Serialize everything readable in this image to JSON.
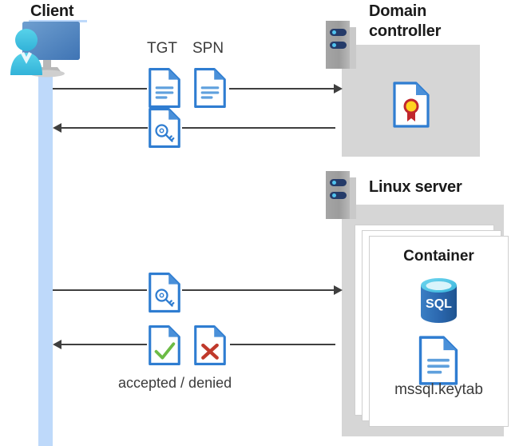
{
  "diagram": {
    "type": "sequence-diagram",
    "title_client": "Client",
    "nodes": [
      {
        "id": "client",
        "label": "Client",
        "icon": "user-monitor-icon"
      },
      {
        "id": "domain-controller",
        "label_line1": "Domain",
        "label_line2": "controller",
        "icon": "server-rack-icon"
      },
      {
        "id": "linux-server",
        "label": "Linux server",
        "icon": "server-rack-icon"
      }
    ],
    "domain_controller": {
      "title_line1": "Domain",
      "title_line2": "controller",
      "contents": [
        {
          "icon": "certificate-document-icon",
          "label": ""
        }
      ]
    },
    "linux_server": {
      "title": "Linux server",
      "container": {
        "title": "Container",
        "items": [
          {
            "icon": "sql-database-icon",
            "label": "SQL"
          },
          {
            "icon": "keytab-document-icon",
            "label": "mssql.keytab"
          }
        ]
      }
    },
    "messages": [
      {
        "index": 1,
        "direction": "right",
        "from": "client",
        "to": "domain-controller",
        "icons": [
          {
            "name": "tgt-document-icon",
            "label": "TGT"
          },
          {
            "name": "spn-document-icon",
            "label": "SPN"
          }
        ]
      },
      {
        "index": 2,
        "direction": "left",
        "from": "domain-controller",
        "to": "client",
        "icons": [
          {
            "name": "ticket-key-document-icon",
            "label": ""
          }
        ]
      },
      {
        "index": 3,
        "direction": "right",
        "from": "client",
        "to": "linux-server",
        "icons": [
          {
            "name": "ticket-key-document-icon",
            "label": ""
          }
        ]
      },
      {
        "index": 4,
        "direction": "left",
        "from": "linux-server",
        "to": "client",
        "caption": "accepted / denied",
        "icons": [
          {
            "name": "accepted-check-document-icon",
            "label": ""
          },
          {
            "name": "denied-cross-document-icon",
            "label": ""
          }
        ]
      }
    ],
    "labels": {
      "tgt": "TGT",
      "spn": "SPN",
      "accepted_denied": "accepted / denied",
      "container": "Container",
      "keytab": "mssql.keytab",
      "sql": "SQL"
    },
    "colors": {
      "lifeline": "#bed9fa",
      "panel_grey": "#d6d6d6",
      "doc_blue": "#2f7dd1",
      "doc_fold_blue": "#4a90d9",
      "rack_navy": "#253b69",
      "rack_dot": "#50c3ef",
      "arrow": "#3f3f3f",
      "check_green": "#6cbb45",
      "cross_red": "#c0392b",
      "cert_red": "#c1272d",
      "cert_gold": "#ffd320",
      "sql_blue": "#2f6fb5",
      "sql_top": "#5bc8e8",
      "monitor_blue": "#4a7ebb",
      "person_cyan": "#41c4e0",
      "text_dark": "#1a1a1a",
      "text_grey": "#3b3b3b",
      "background": "#ffffff"
    }
  }
}
